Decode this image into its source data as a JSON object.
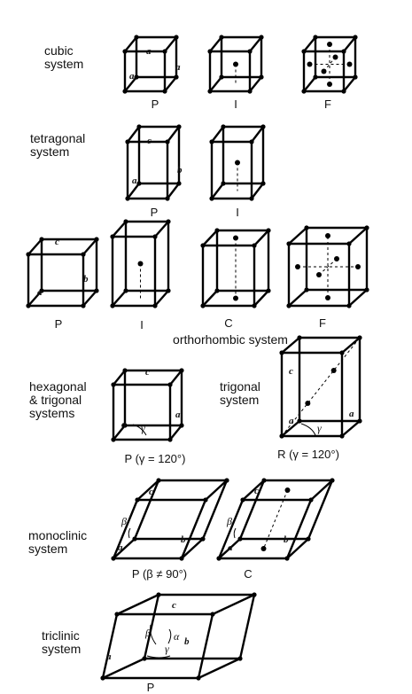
{
  "systems": {
    "cubic": "cubic\nsystem",
    "tetragonal": "tetragonal\nsystem",
    "orthorhombic": "orthorhombic system",
    "hexagonal": "hexagonal\n& trigonal\nsystems",
    "trigonal": "trigonal\nsystem",
    "monoclinic": "monoclinic\nsystem",
    "triclinic": "triclinic\nsystem"
  },
  "lattice_labels": {
    "P": "P",
    "I": "I",
    "F": "F",
    "C": "C",
    "R": "R",
    "hex_P": "P (γ = 120°)",
    "trig_R": "R (γ = 120°)",
    "mono_P": "P (β ≠ 90°)"
  },
  "axis_labels": {
    "a": "a",
    "b": "b",
    "c": "c",
    "alpha": "α",
    "beta": "β",
    "gamma": "γ"
  }
}
